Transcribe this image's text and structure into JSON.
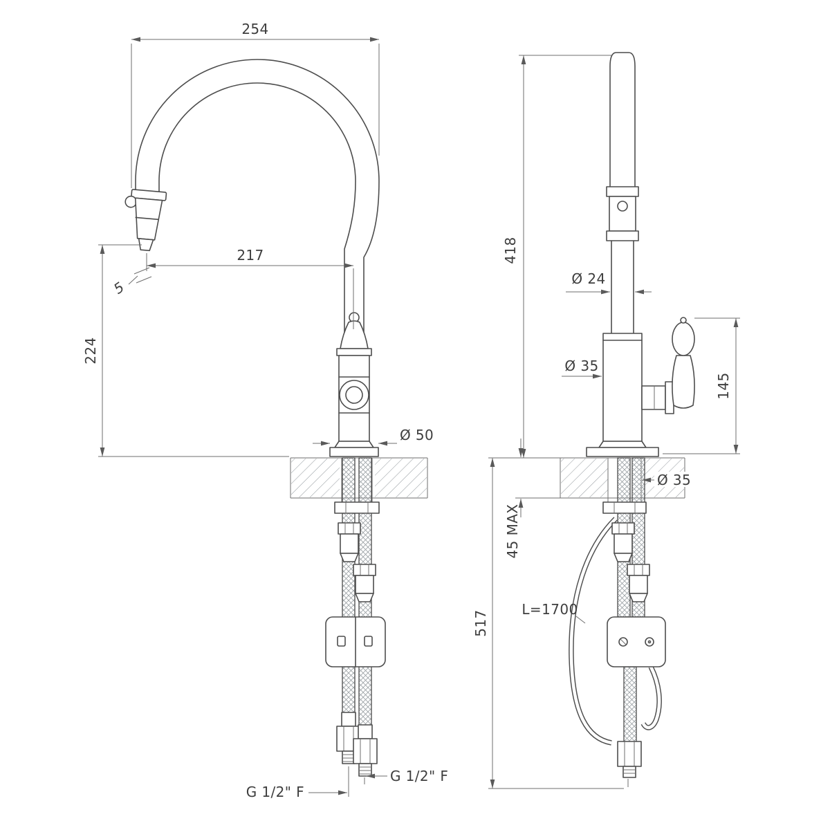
{
  "page": {
    "background": "#ffffff"
  },
  "drawing": {
    "type": "technical-diagram",
    "subject": "kitchen mixer tap with pull-out spray, two orthographic views with dimensions",
    "line_color": "#4c4c4c",
    "dim_color": "#6e6e6e",
    "hatch_color": "#9aa0a4"
  },
  "dims": {
    "left_top_width": "254",
    "left_reach": "217",
    "left_height": "224",
    "left_tip_offset": "5",
    "left_base_dia": "Ø 50",
    "left_inlet_a": "G 1/2\" F",
    "left_inlet_b": "G 1/2\" F",
    "right_height": "418",
    "right_spout_dia": "Ø 24",
    "right_body_dia": "Ø 35",
    "right_handle_height": "145",
    "right_deck_max": "45 MAX",
    "right_under_height": "517",
    "right_hole_dia": "Ø 35",
    "right_hose_length": "L=1700"
  }
}
